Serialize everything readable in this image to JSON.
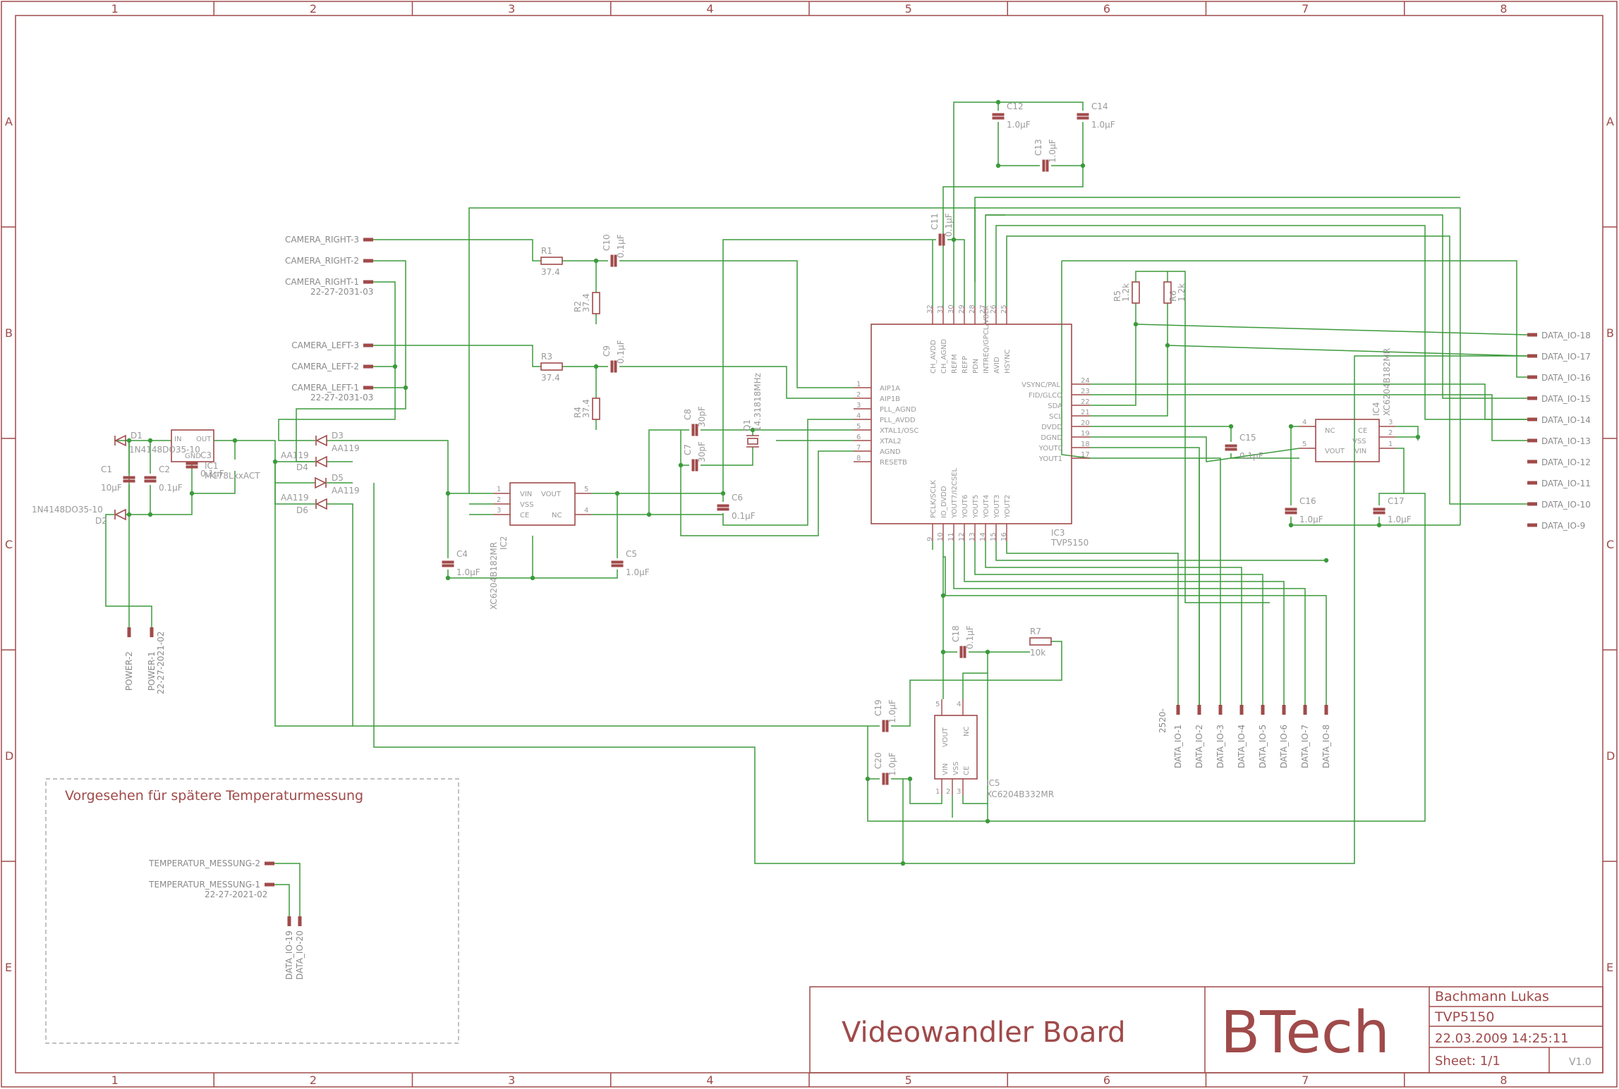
{
  "frame": {
    "columns": [
      "1",
      "2",
      "3",
      "4",
      "5",
      "6",
      "7",
      "8"
    ],
    "rows": [
      "A",
      "B",
      "C",
      "D",
      "E"
    ]
  },
  "title_block": {
    "board_title": "Videowandler Board",
    "logo": "BTech",
    "author": "Bachmann Lukas",
    "project": "TVP5150",
    "date": "22.03.2009 14:25:11",
    "sheet": "Sheet: 1/1",
    "version": "V1.0"
  },
  "temperature_box": {
    "title": "Vorgesehen für spätere Temperaturmessung",
    "labels": [
      "TEMPERATUR_MESSUNG-2",
      "TEMPERATUR_MESSUNG-1",
      "22-27-2021-02"
    ],
    "pads": [
      "DATA_IO-19",
      "DATA_IO-20"
    ]
  },
  "inputs": {
    "camera": [
      "CAMERA_RIGHT-3",
      "CAMERA_RIGHT-2",
      "CAMERA_RIGHT-1",
      "22-27-2031-03",
      "CAMERA_LEFT-3",
      "CAMERA_LEFT-2",
      "CAMERA_LEFT-1",
      "22-27-2031-03"
    ],
    "power": [
      "POWER-2",
      "POWER-1",
      "22-27-2021-02"
    ]
  },
  "data_io_right": [
    "DATA_IO-18",
    "DATA_IO-17",
    "DATA_IO-16",
    "DATA_IO-15",
    "DATA_IO-14",
    "DATA_IO-13",
    "DATA_IO-12",
    "DATA_IO-11",
    "DATA_IO-10",
    "DATA_IO-9"
  ],
  "data_io_bottom": [
    "DATA_IO-1",
    "DATA_IO-2",
    "DATA_IO-3",
    "DATA_IO-4",
    "DATA_IO-5",
    "DATA_IO-6",
    "DATA_IO-7",
    "DATA_IO-8"
  ],
  "data_io_bottom_prefix": "2520-",
  "ic3": {
    "name": "IC3",
    "value": "TVP5150",
    "left_pins": [
      "AIP1A",
      "AIP1B",
      "PLL_AGND",
      "PLL_AVDD",
      "XTAL1/OSC",
      "XTAL2",
      "AGND",
      "RESETB"
    ],
    "left_nums": [
      "1",
      "2",
      "3",
      "4",
      "5",
      "6",
      "7",
      "8"
    ],
    "right_pins": [
      "VSYNC/PALI",
      "FID/GLCO",
      "SDA",
      "SCL",
      "DVDD",
      "DGND",
      "YOUT0",
      "YOUT1"
    ],
    "right_nums": [
      "24",
      "23",
      "22",
      "21",
      "20",
      "19",
      "18",
      "17"
    ],
    "top_pins": [
      "CH_AVDD",
      "CH_AGND",
      "REFM",
      "REFP",
      "PDN",
      "INTREQ/GPCL/VBLK",
      "AVID",
      "HSYNC"
    ],
    "top_nums": [
      "32",
      "31",
      "30",
      "29",
      "28",
      "27",
      "26",
      "25"
    ],
    "bottom_pins": [
      "PCLK/SCLK",
      "IO_DVDD",
      "YOUT7/I2CSEL",
      "YOUT6",
      "YOUT5",
      "YOUT4",
      "YOUT3",
      "YOUT2"
    ],
    "bottom_nums": [
      "9",
      "10",
      "11",
      "12",
      "13",
      "14",
      "15",
      "16"
    ]
  },
  "regulators": [
    {
      "name": "IC2",
      "value": "XC6204B182MR",
      "pins": [
        "VIN",
        "VSS",
        "CE",
        "VOUT",
        "NC"
      ],
      "nums": [
        "1",
        "2",
        "3",
        "5",
        "4"
      ]
    },
    {
      "name": "IC4",
      "value": "XC6204B182MR",
      "pins": [
        "NC",
        "VOUT",
        "CE",
        "VSS",
        "VIN"
      ],
      "nums": [
        "4",
        "5",
        "3",
        "2",
        "1"
      ]
    },
    {
      "name": "IC5",
      "value": "XC6204B332MR",
      "pins": [
        "VOUT",
        "NC",
        "VIN",
        "VSS",
        "CE"
      ],
      "nums": [
        "5",
        "4",
        "1",
        "2",
        "3"
      ]
    },
    {
      "name": "IC1",
      "value": "MC78LxxACT",
      "pins": [
        "IN",
        "OUT",
        "GND"
      ],
      "nums": []
    }
  ],
  "components": {
    "R1": [
      "R1",
      "37.4"
    ],
    "R2": [
      "R2",
      "37.4"
    ],
    "R3": [
      "R3",
      "37.4"
    ],
    "R4": [
      "R4",
      "37.4"
    ],
    "R5": [
      "R5",
      "1.2k"
    ],
    "R6": [
      "R6",
      "1.2k"
    ],
    "R7": [
      "R7",
      "10k"
    ],
    "C1": [
      "C1",
      "10µF"
    ],
    "C2": [
      "C2",
      "0.1µF"
    ],
    "C3": [
      "C3",
      "0.1µF"
    ],
    "C4": [
      "C4",
      "1.0µF"
    ],
    "C5": [
      "C5",
      "1.0µF"
    ],
    "C6": [
      "C6",
      "0.1µF"
    ],
    "C7": [
      "C7",
      "30pF"
    ],
    "C8": [
      "C8",
      "30pF"
    ],
    "C9": [
      "C9",
      "0.1µF"
    ],
    "C10": [
      "C10",
      "0.1µF"
    ],
    "C11": [
      "C11",
      "0.1µF"
    ],
    "C12": [
      "C12",
      "1.0µF"
    ],
    "C13": [
      "C13",
      "1.0µF"
    ],
    "C14": [
      "C14",
      "1.0µF"
    ],
    "C15": [
      "C15",
      "0.1µF"
    ],
    "C16": [
      "C16",
      "1.0µF"
    ],
    "C17": [
      "C17",
      "1.0µF"
    ],
    "C18": [
      "C18",
      "0.1µF"
    ],
    "C19": [
      "C19",
      "1.0µF"
    ],
    "C20": [
      "C20",
      "1.0µF"
    ],
    "Q1": [
      "Q1",
      "14.31818MHz"
    ],
    "D1": [
      "D1",
      "1N4148DO35-10"
    ],
    "D2": [
      "D2",
      "1N4148DO35-10"
    ],
    "D3": [
      "D3",
      "AA119"
    ],
    "D4": [
      "D4",
      "AA119"
    ],
    "D5": [
      "D5",
      "AA119"
    ],
    "D6": [
      "D6",
      "AA119"
    ]
  }
}
